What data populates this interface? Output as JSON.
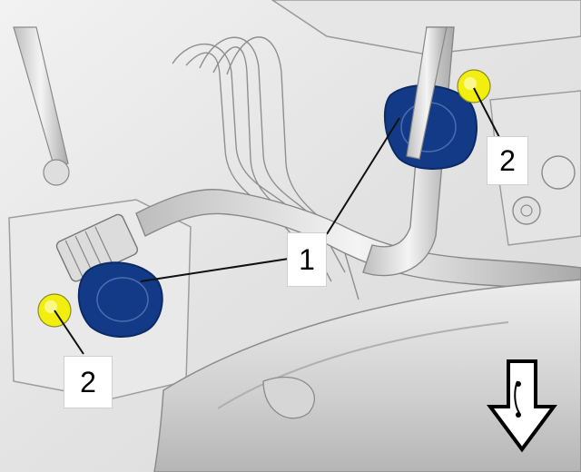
{
  "callouts": [
    {
      "id": "one",
      "label": "1"
    },
    {
      "id": "two-top-right",
      "label": "2"
    },
    {
      "id": "two-bottom-left",
      "label": "2"
    }
  ],
  "colors": {
    "highlight_sensor": "#123a86",
    "highlight_fastener": "#f2ee10",
    "background": "#ececec"
  },
  "icons": [
    "view-direction-arrow-icon"
  ]
}
